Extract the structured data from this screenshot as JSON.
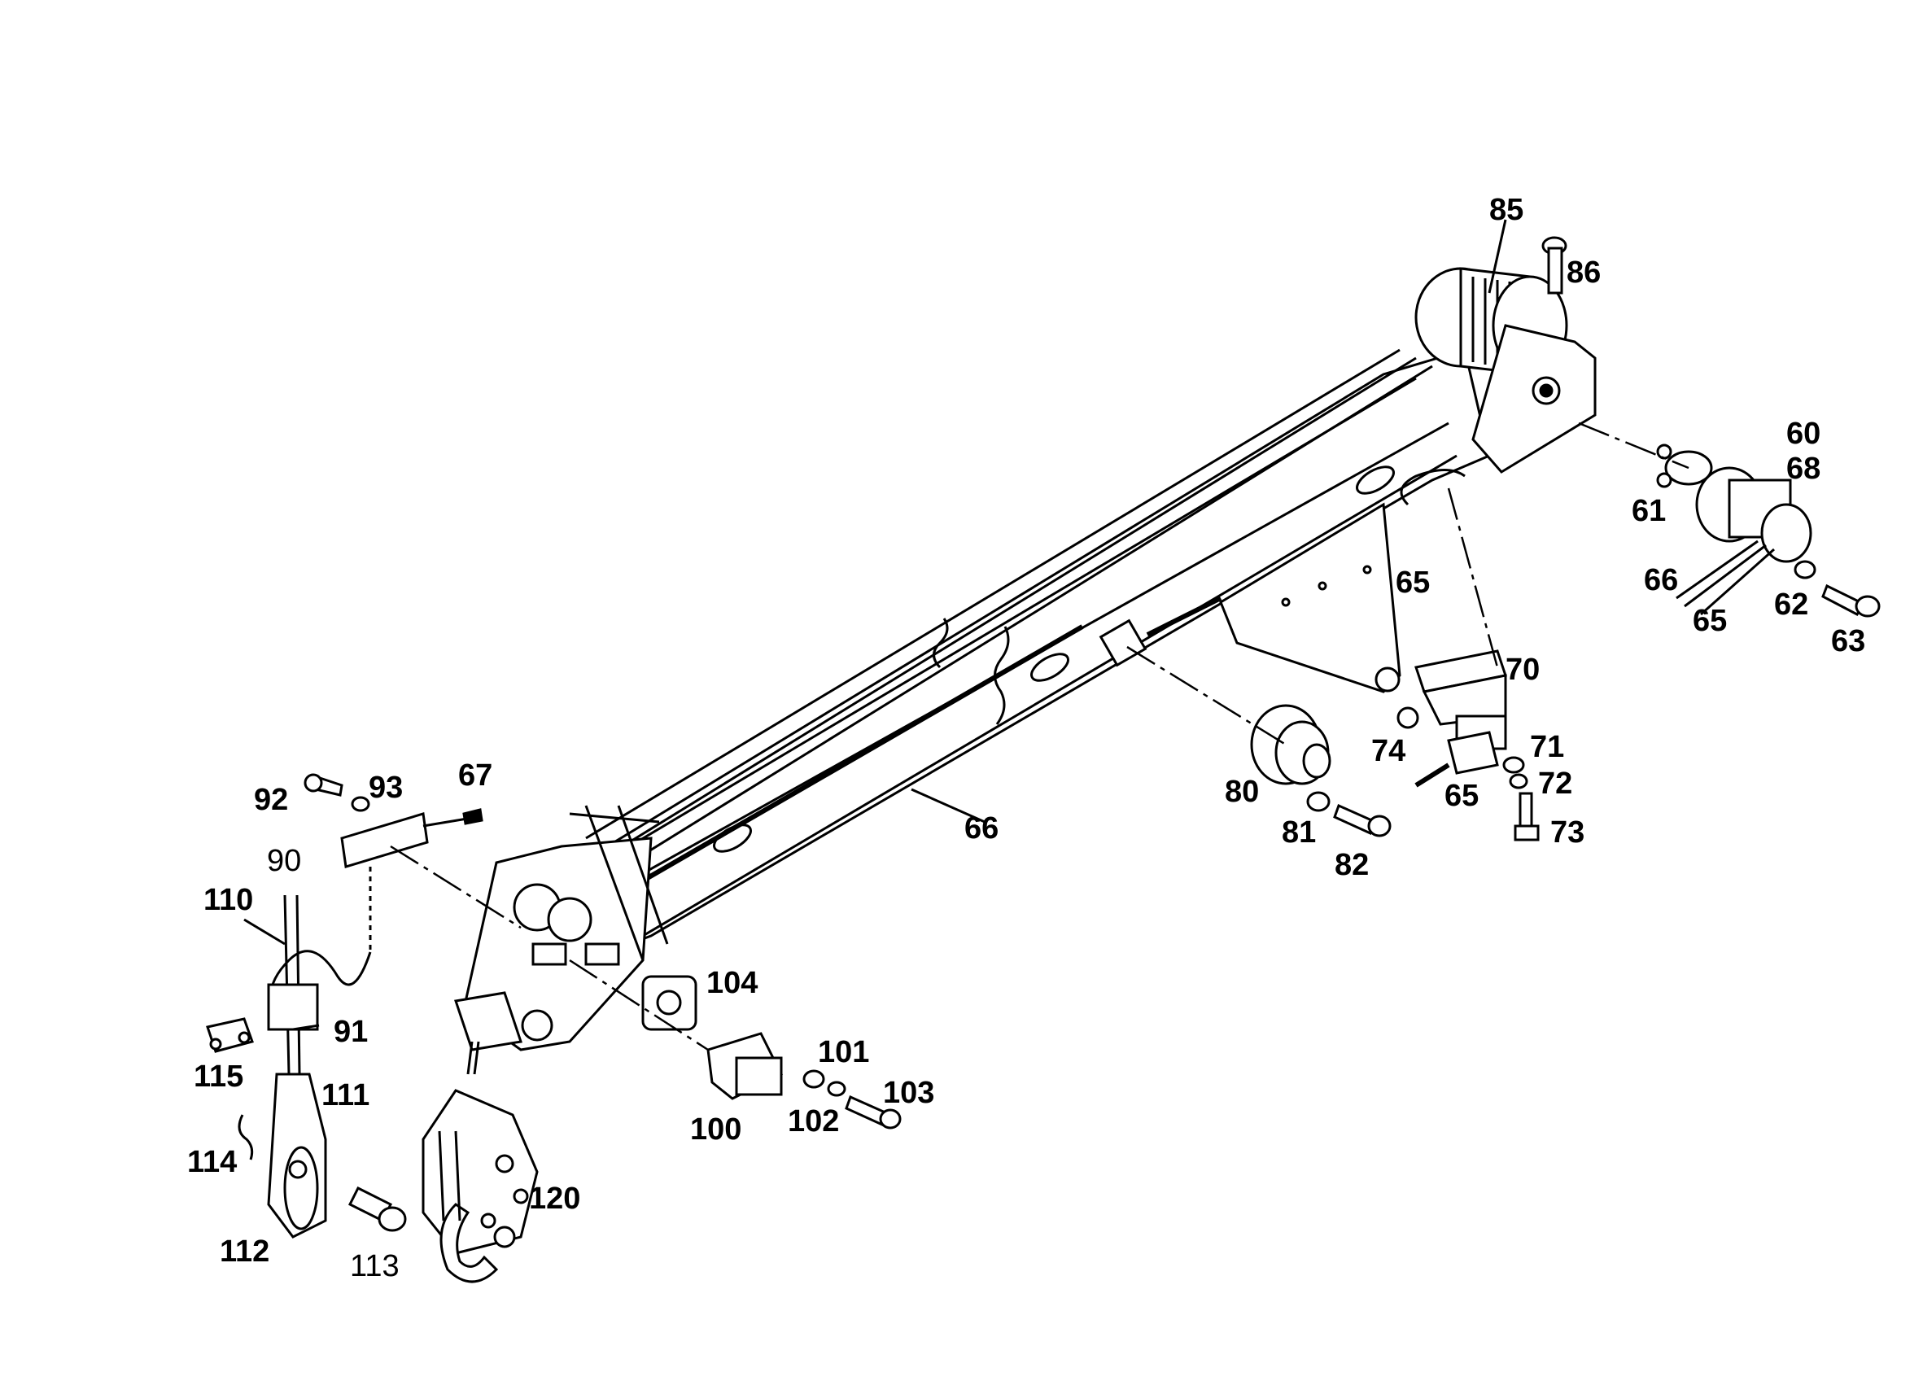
{
  "colors": {
    "ink": "#000000",
    "paper": "#ffffff"
  },
  "labels": {
    "p60": "60",
    "p61": "61",
    "p62": "62",
    "p63": "63",
    "p65a": "65",
    "p65b": "65",
    "p65c": "65",
    "p66a": "66",
    "p66b": "66",
    "p67": "67",
    "p68": "68",
    "p70": "70",
    "p71": "71",
    "p72": "72",
    "p73": "73",
    "p74": "74",
    "p80": "80",
    "p81": "81",
    "p82": "82",
    "p85": "85",
    "p86": "86",
    "p90": "90",
    "p91": "91",
    "p92": "92",
    "p93": "93",
    "p100": "100",
    "p101": "101",
    "p102": "102",
    "p103": "103",
    "p104": "104",
    "p110": "110",
    "p111": "111",
    "p112": "112",
    "p113": "113",
    "p114": "114",
    "p115": "115",
    "p120": "120"
  }
}
